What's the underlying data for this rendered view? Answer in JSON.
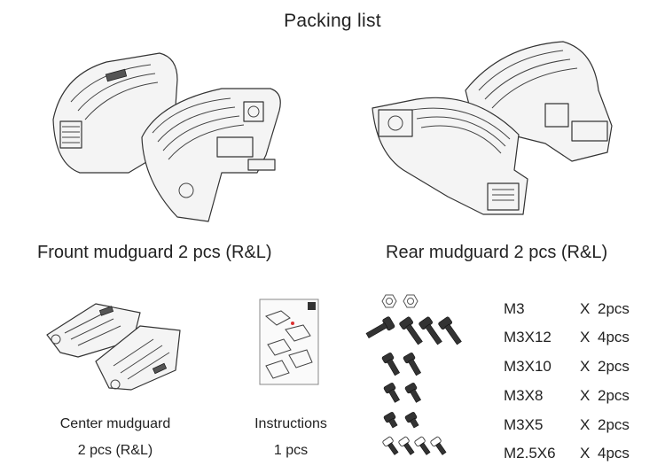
{
  "title": "Packing list",
  "front_mudguard": {
    "label": "Frount mudguard  2 pcs (R&L)",
    "icon": "front-mudguard-illustration"
  },
  "rear_mudguard": {
    "label": "Rear mudguard  2 pcs (R&L)",
    "icon": "rear-mudguard-illustration"
  },
  "center_mudguard": {
    "label_line1": "Center mudguard",
    "label_line2": "2 pcs (R&L)",
    "icon": "center-mudguard-illustration"
  },
  "instructions": {
    "label_line1": "Instructions",
    "label_line2": "1 pcs",
    "icon": "instruction-sheet-illustration"
  },
  "hardware": [
    {
      "code": "M3",
      "x": "X",
      "qty": "2pcs",
      "icon": "nut-icon"
    },
    {
      "code": "M3X12",
      "x": "X",
      "qty": "4pcs",
      "icon": "screw-icon"
    },
    {
      "code": "M3X10",
      "x": "X",
      "qty": "2pcs",
      "icon": "screw-icon"
    },
    {
      "code": "M3X8",
      "x": "X",
      "qty": "2pcs",
      "icon": "screw-icon"
    },
    {
      "code": "M3X5",
      "x": "X",
      "qty": "2pcs",
      "icon": "screw-icon"
    },
    {
      "code": "M2.5X6",
      "x": "X",
      "qty": "4pcs",
      "icon": "screw-icon"
    }
  ]
}
